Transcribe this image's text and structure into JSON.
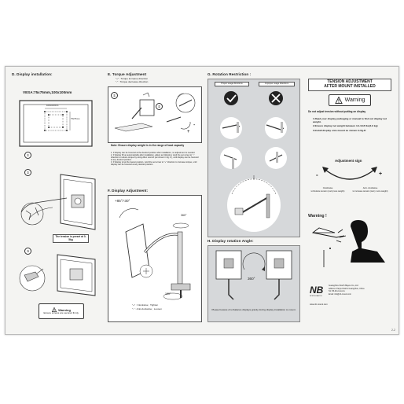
{
  "sections": {
    "d": {
      "title": "D. Display installation:",
      "vesa": "VESA:75x75mm,100x100mm",
      "vesa_inner": "100x100mm",
      "vesa_inner2": "75x75mm",
      "step1": "①",
      "step2": "②",
      "step3": "③",
      "tension_note": "The tension is preset at 0-5kg",
      "warning_title": "Warning",
      "warning_text": "Ensure screws are secured firmly."
    },
    "e": {
      "title": "E. Torque Adjustment",
      "plus": "\"+\" : Torque increase direction",
      "minus": "\"-\" : Torque decrease direction",
      "step1": "①",
      "step2": "②",
      "note_title": "Note: Ensure display weight is in the range of load capacity",
      "notes": [
        "1. If display can be hovered at the desired position after installation, no adjustment is needed.",
        "2. If display lift up automatically after installation, adjust as following: wind the set screw to \"-\" direction to reduce torque by using Allen wrench (as shown in fig ①), until display can be hovered at any desired position.",
        "3. If display sit at the lowest position, wind the set screw to \"+\" direction to increase torque, until display can be hovered at any desired position."
      ]
    },
    "f": {
      "title": "F. Display Adjustment:",
      "tilt": "+85°/-30°",
      "rotate": "360°",
      "swivel": "180°",
      "clockwise": "\"+\" : Clockwise ; Tighten",
      "anticlockwise": "\"-\" : Anti-clockwise ; Loosen"
    },
    "g": {
      "title": "G. Rotation Restriction :",
      "proper": "Proper usage directions",
      "improper": "Improper usage directions"
    },
    "h": {
      "title": "H. Display rotation Angle:",
      "angle": "360°",
      "caution": "Please beware of unbalance displays gravity during display installation to mount."
    },
    "tension": {
      "title_line1": "TENSION ADJUSTMENT",
      "title_line2": "AFTER MOUNT INSTALLED",
      "warning": "Warning",
      "do_not": "Do not adjust tension without putting on display",
      "steps": [
        "1.Read your display packaging or manual to find out display net weight.",
        "2.Ensure display net weight between 4.4-19.8 lbs(2-9 kg)",
        "3.Install display onto mount as shown in fig-D"
      ],
      "adjust_sign": "Adjustment sign",
      "minus": "-",
      "plus": "+",
      "clockwise": "Clockwise",
      "clockwise_desc": "to Reduce tension (carry less weight)",
      "anticlockwise": "Anti- clockwise",
      "anticlockwise_desc": "to increase tension (carry more weight)",
      "warning2": "Warning !"
    },
    "footer": {
      "logo": "NB",
      "brand": "NORTH BAYOU",
      "company": "Guangzhou North Bayou Co.,Ltd",
      "address": [
        "Address: Panyu District Guangzhou, China",
        "Tel: 86-20-xxxxxxxx",
        "Email: info@nb-mount.com"
      ],
      "web": "www.nb-mount.com",
      "page": "2-2"
    }
  },
  "colors": {
    "ink": "#222222",
    "panel": "#d6d8da",
    "sheet": "#f4f4f2"
  }
}
